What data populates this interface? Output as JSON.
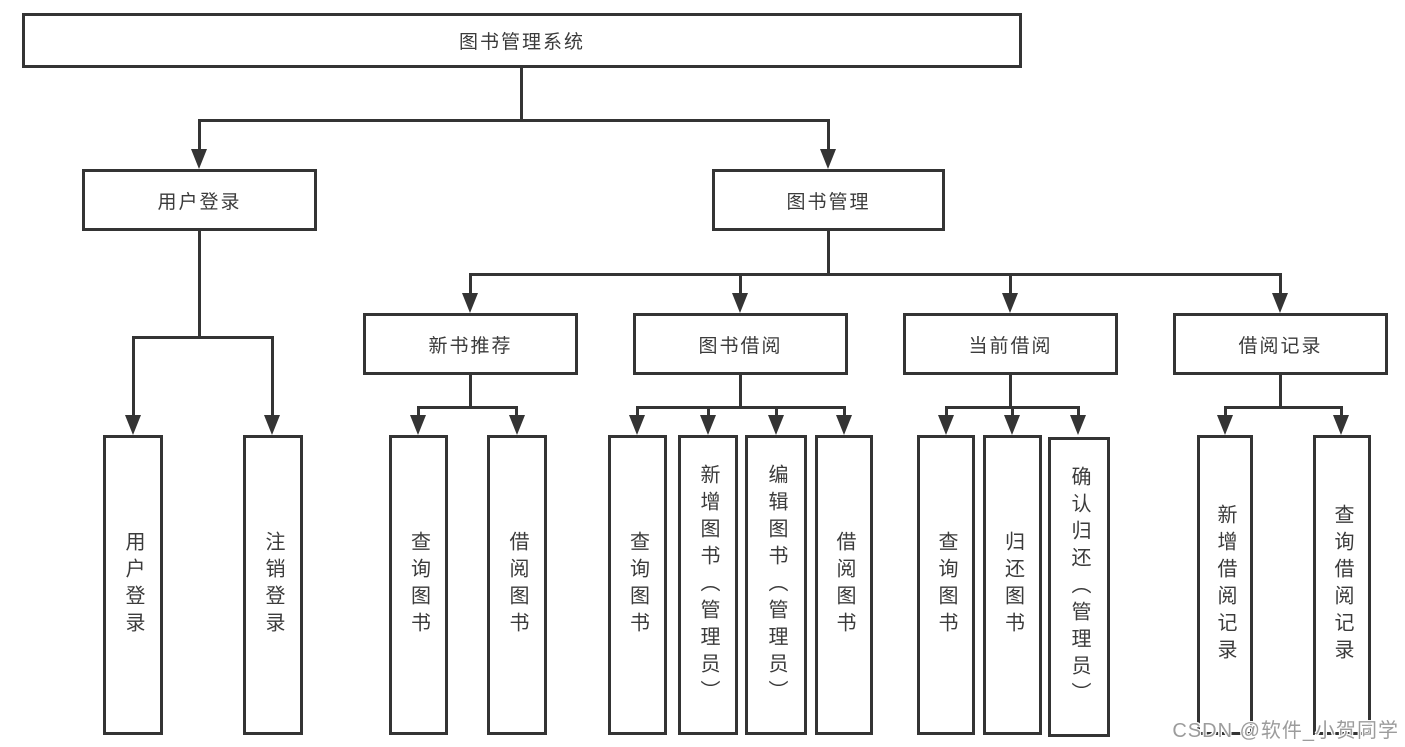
{
  "diagram": {
    "root": {
      "label": "图书管理系统"
    },
    "level2": [
      {
        "label": "用户登录"
      },
      {
        "label": "图书管理"
      }
    ],
    "level3": [
      {
        "label": "新书推荐"
      },
      {
        "label": "图书借阅"
      },
      {
        "label": "当前借阅"
      },
      {
        "label": "借阅记录"
      }
    ],
    "leaves": {
      "user_login": [
        "用户登录",
        "注销登录"
      ],
      "new_book": [
        "查询图书",
        "借阅图书"
      ],
      "book_borrow": [
        "查询图书",
        "新增图书（管理员）",
        "编辑图书（管理员）",
        "借阅图书"
      ],
      "current_borrow": [
        "查询图书",
        "归还图书",
        "确认归还（管理员）"
      ],
      "borrow_records": [
        "新增借阅记录",
        "查询借阅记录"
      ]
    }
  },
  "watermark": {
    "text": "CSDN @软件_小贺同学"
  },
  "colors": {
    "line": "#343434",
    "text": "#3b3b3b",
    "background": "#ffffff"
  }
}
